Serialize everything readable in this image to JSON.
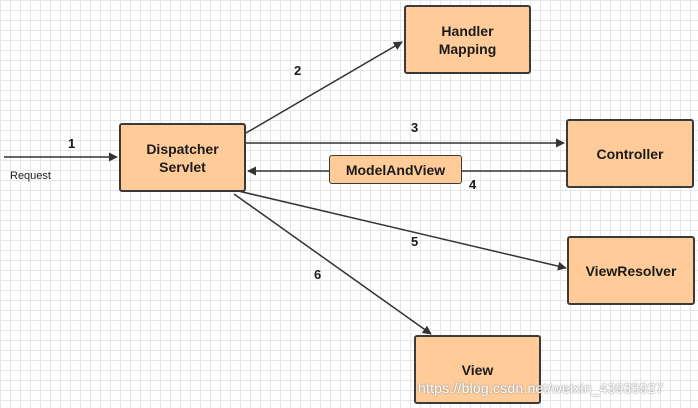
{
  "nodes": {
    "dispatcher": "Dispatcher\nServlet",
    "handler_mapping": "Handler\nMapping",
    "controller": "Controller",
    "model_and_view": "ModelAndView",
    "view_resolver": "ViewResolver",
    "view": "View"
  },
  "edges": {
    "request_label": "Request",
    "step1": "1",
    "step2": "2",
    "step3": "3",
    "step4": "4",
    "step5": "5",
    "step6": "6"
  },
  "watermark": "https://blog.csdn.net/weixin_43935927",
  "colors": {
    "box_fill": "#ffcc99",
    "box_border": "#3a3a3a",
    "arrow": "#333333",
    "grid": "#e6e6e6"
  }
}
